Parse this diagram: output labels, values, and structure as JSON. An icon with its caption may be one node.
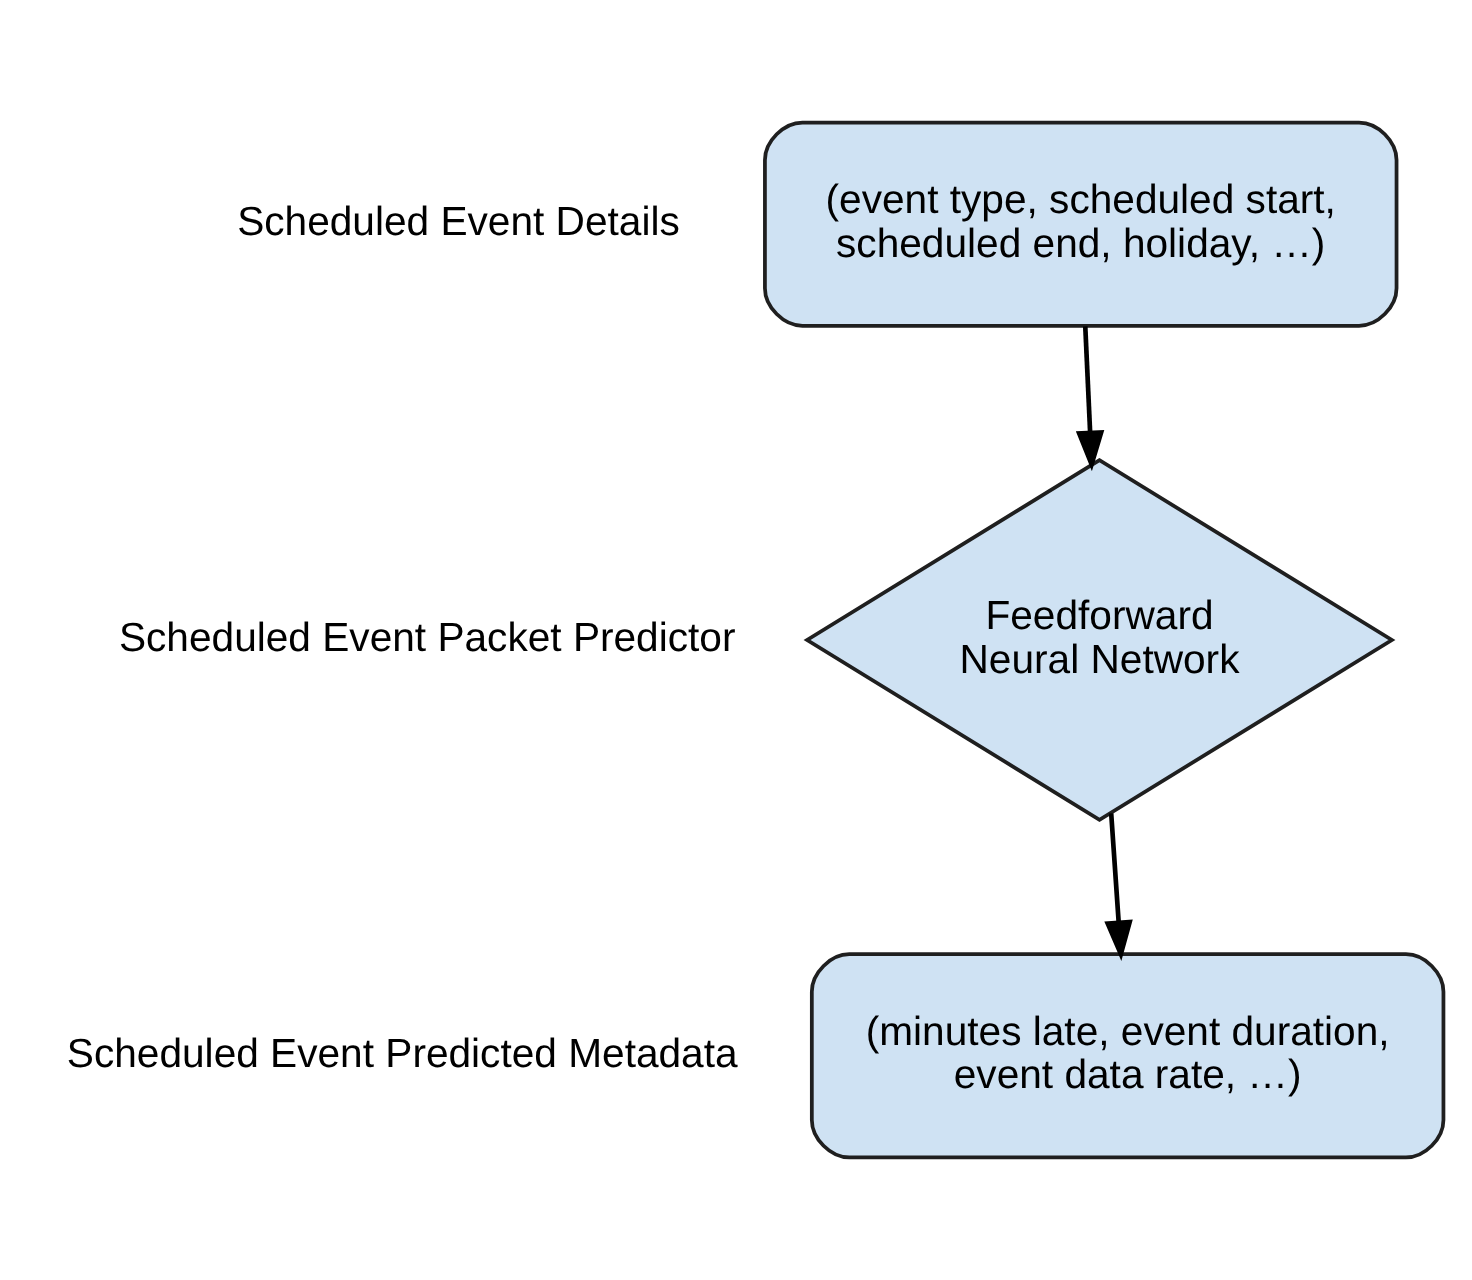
{
  "diagram": {
    "nodes": [
      {
        "text": [
          "(event type, scheduled start, scheduled end, holiday, …)"
        ],
        "beside": [
          "Scheduled Event Details"
        ]
      },
      {
        "text": [
          "Feedforward Neural Network"
        ],
        "beside": [
          "Scheduled Event Packet Predictor"
        ]
      },
      {
        "text": [
          "(minutes late, event duration, event data rate, …)"
        ],
        "beside": [
          "Scheduled Event Predicted Metadata"
        ]
      }
    ],
    "edges": [
      {
        "from": 0,
        "to": 1,
        "arrow": "to"
      },
      {
        "from": 1,
        "to": 2,
        "arrow": "to"
      }
    ]
  }
}
